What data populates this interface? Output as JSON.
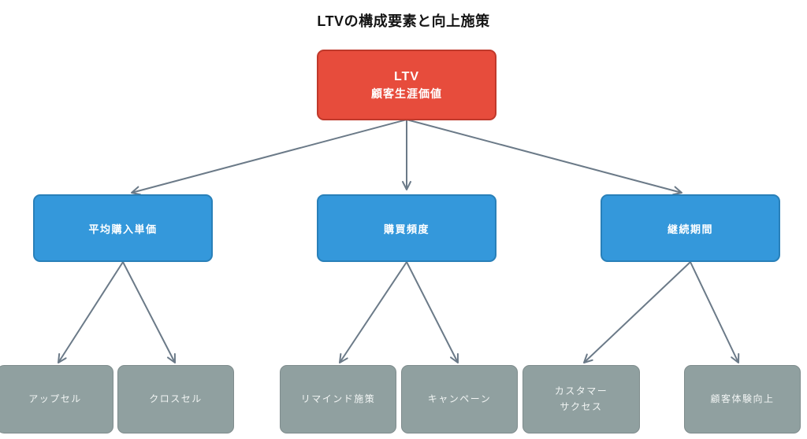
{
  "diagram": {
    "title": "LTVの構成要素と向上施策",
    "root": {
      "title": "LTV",
      "subtitle": "顧客生涯価値"
    },
    "factors": [
      {
        "label": "平均購入単価"
      },
      {
        "label": "購買頻度"
      },
      {
        "label": "継続期間"
      }
    ],
    "measures": [
      {
        "label": "アップセル",
        "parent": "平均購入単価"
      },
      {
        "label": "クロスセル",
        "parent": "平均購入単価"
      },
      {
        "label": "リマインド施策",
        "parent": "購買頻度"
      },
      {
        "label": "キャンペーン",
        "parent": "購買頻度"
      },
      {
        "label": "カスタマー\nサクセス",
        "parent": "継続期間"
      },
      {
        "label": "顧客体験向上",
        "parent": "継続期間"
      }
    ],
    "colors": {
      "root_fill": "#e74c3c",
      "root_border": "#c0392b",
      "factor_fill": "#3498db",
      "factor_border": "#2980b9",
      "measure_fill": "#90a0a0",
      "measure_border": "#7f8c8d",
      "arrow": "#6b7a88",
      "node_text": "#ffffff",
      "title_text": "#141414",
      "background": "#ffffff"
    }
  }
}
